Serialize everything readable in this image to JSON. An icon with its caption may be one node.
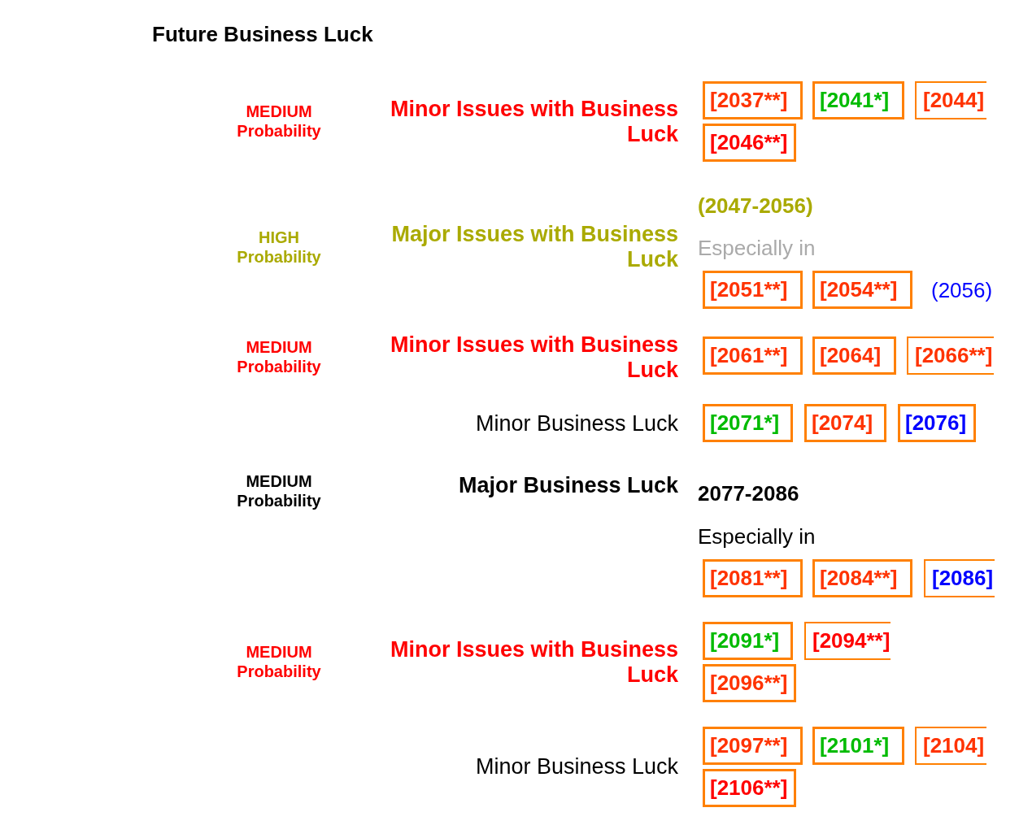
{
  "diagram": {
    "title": "Future Business Luck",
    "nodes": [
      {
        "text": [
          "[2037**]"
        ]
      },
      {
        "text": [
          "[2041*]"
        ]
      },
      {
        "text": [
          "[2044]"
        ]
      },
      {
        "text": [
          "[2046**]"
        ]
      },
      {
        "text": [
          "[2051**]"
        ]
      },
      {
        "text": [
          "[2054**]"
        ]
      },
      {
        "text": [
          "[2061**]"
        ]
      },
      {
        "text": [
          "[2064]"
        ]
      },
      {
        "text": [
          "[2066**]"
        ]
      },
      {
        "text": [
          "[2071*]"
        ]
      },
      {
        "text": [
          "[2074]"
        ]
      },
      {
        "text": [
          "[2076]"
        ]
      },
      {
        "text": [
          "[2081**]"
        ]
      },
      {
        "text": [
          "[2084**]"
        ]
      },
      {
        "text": [
          "[2086]"
        ]
      },
      {
        "text": [
          "[2091*]"
        ]
      },
      {
        "text": [
          "[2094**]"
        ]
      },
      {
        "text": [
          "[2096**]"
        ]
      },
      {
        "text": [
          "[2097**]"
        ]
      },
      {
        "text": [
          "[2101*]"
        ]
      },
      {
        "text": [
          "[2104]"
        ]
      },
      {
        "text": [
          "[2106**]"
        ]
      }
    ],
    "labels": [
      "MEDIUM Probability",
      "Minor Issues with Business Luck",
      "(2047-2056)",
      "HIGH Probability",
      "Major Issues with Business Luck",
      "Especially in",
      "(2056)",
      "MEDIUM Probability",
      "Minor Issues with Business Luck",
      "Minor Business Luck",
      "MEDIUM Probability",
      "Major Business Luck",
      "2077-2086",
      "Especially in",
      "MEDIUM Probability",
      "Minor Issues with Business Luck",
      "Minor Business Luck"
    ]
  }
}
